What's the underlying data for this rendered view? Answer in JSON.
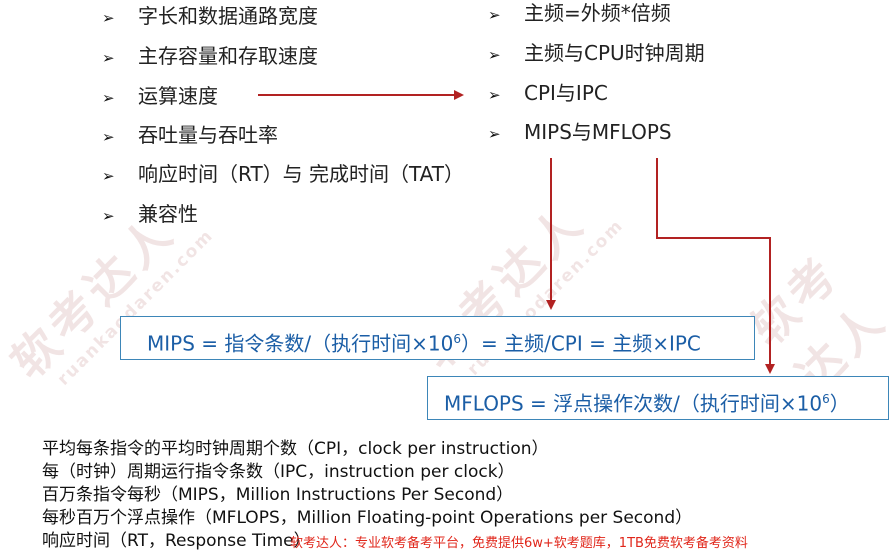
{
  "watermark": {
    "text": "软考达人",
    "url": "ruankaodaren.com"
  },
  "left_items": [
    "字长和数据通路宽度",
    "主存容量和存取速度",
    "运算速度",
    "吞吐量与吞吐率",
    "响应时间（RT）与 完成时间（TAT）",
    "兼容性"
  ],
  "right_items": [
    "主频=外频*倍频",
    "主频与CPU时钟周期",
    "CPI与IPC",
    "MIPS与MFLOPS"
  ],
  "bullet_glyph": "➢",
  "formulas": {
    "mips": {
      "prefix": "MIPS = 指令条数/（执行时间×10",
      "exp": "6",
      "suffix": "）= 主频/CPI = 主频×IPC"
    },
    "mflops": {
      "prefix": "MFLOPS = 浮点操作次数/（执行时间×10",
      "exp": "6",
      "suffix": "）"
    }
  },
  "definitions": [
    "平均每条指令的平均时钟周期个数（CPI，clock per instruction）",
    "每（时钟）周期运行指令条数（IPC，instruction per clock）",
    "百万条指令每秒（MIPS，Million Instructions Per Second）",
    "每秒百万个浮点操作（MFLOPS，Million Floating-point Operations per Second）",
    "响应时间（RT，Response Time）"
  ],
  "footer": "软考达人：专业软考备考平台，免费提供6w+软考题库，1TB免费软考备考资料",
  "colors": {
    "arrow": "#b22222",
    "box_border": "#3d86b8",
    "footer": "#e0261a"
  }
}
